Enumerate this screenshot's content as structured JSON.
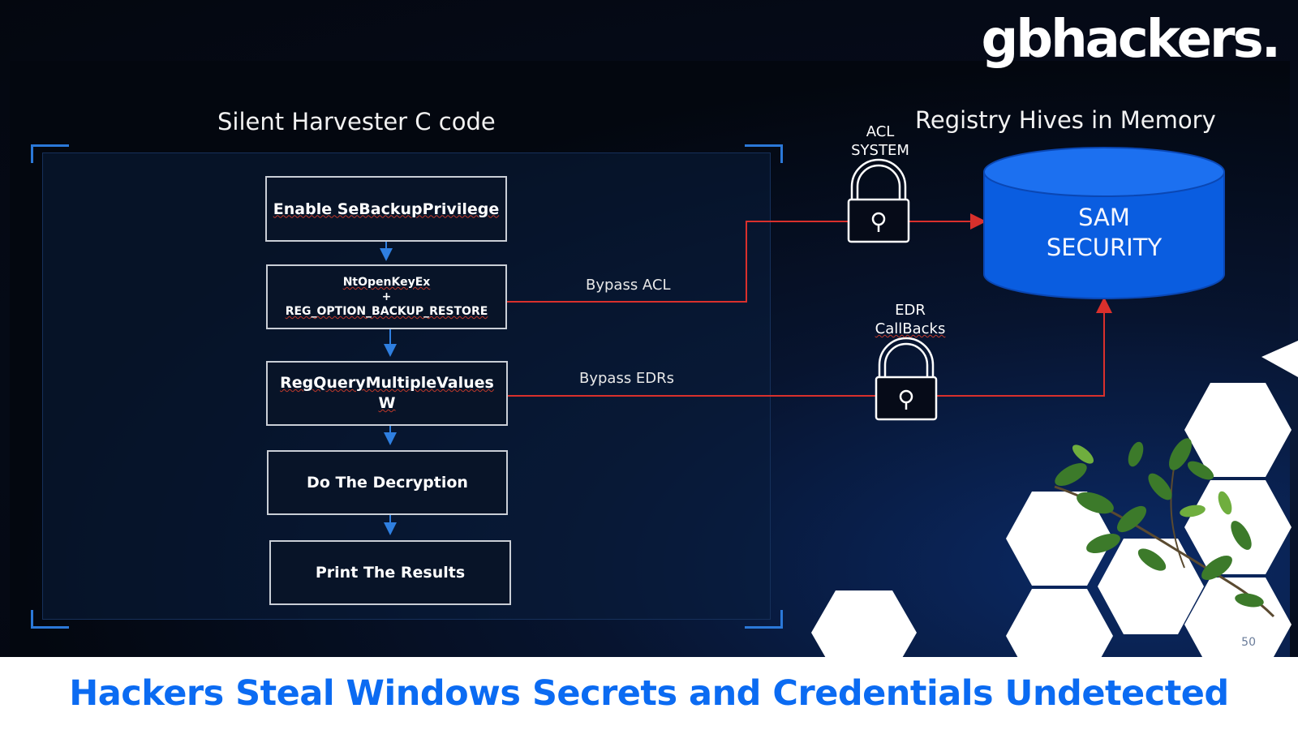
{
  "brand": {
    "logo_text": "gbhackers."
  },
  "diagram": {
    "left_title": "Silent Harvester C code",
    "right_title": "Registry Hives in Memory",
    "steps": [
      {
        "lines": [
          "Enable SeBackupPrivilege"
        ]
      },
      {
        "lines": [
          "NtOpenKeyEx",
          "+",
          "REG_OPTION_BACKUP_RESTORE"
        ]
      },
      {
        "lines": [
          "RegQueryMultipleValues",
          "W"
        ]
      },
      {
        "lines": [
          "Do The Decryption"
        ]
      },
      {
        "lines": [
          "Print The Results"
        ]
      }
    ],
    "edges": {
      "bypass_acl": "Bypass ACL",
      "bypass_edrs": "Bypass EDRs"
    },
    "locks": {
      "acl": {
        "line1": "ACL",
        "line2": "SYSTEM"
      },
      "edr": {
        "line1": "EDR",
        "line2": "CallBacks"
      }
    },
    "database": {
      "line1": "SAM",
      "line2": "SECURITY"
    },
    "page_number": "50"
  },
  "caption": {
    "text": "Hackers Steal Windows Secrets and Credentials Undetected"
  },
  "colors": {
    "background": "#04070f",
    "accent_blue": "#0b6bf2",
    "database_fill": "#0a5de0",
    "arrow_red": "#d9302c",
    "arrow_blue": "#2f7fe0"
  }
}
